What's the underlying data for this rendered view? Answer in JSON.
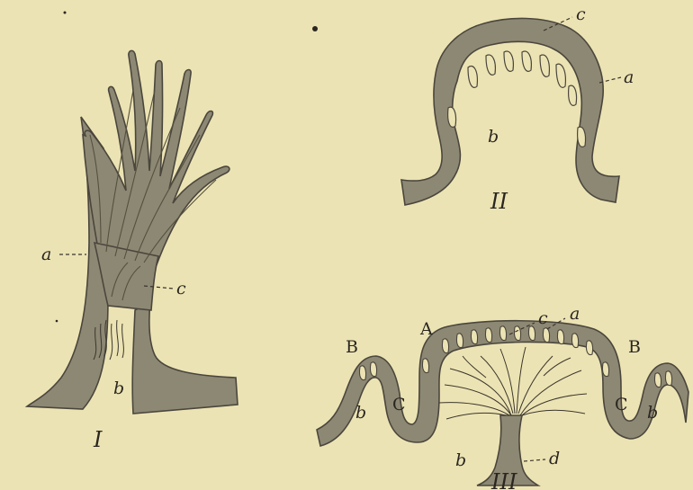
{
  "figure_I": {
    "number": "I",
    "label_a": "a",
    "label_b": "b",
    "label_c": "c"
  },
  "figure_II": {
    "number": "II",
    "label_a": "a",
    "label_b": "b",
    "label_c": "c"
  },
  "figure_III": {
    "number": "III",
    "label_A": "A",
    "label_B_left": "B",
    "label_B_right": "B",
    "label_C_left": "C",
    "label_C_right": "C",
    "label_a": "a",
    "label_b_left": "b",
    "label_b_center": "b",
    "label_b_right": "b",
    "label_c": "c",
    "label_d": "d"
  },
  "colors": {
    "paper": "#ece3b4",
    "tissue": "#8d8874",
    "ink": "#2a2620"
  }
}
